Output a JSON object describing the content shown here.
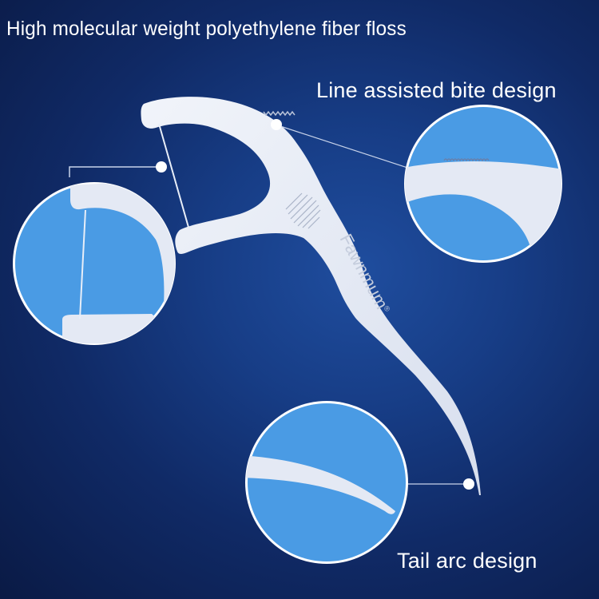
{
  "title": "High molecular weight polyethylene fiber floss",
  "callouts": {
    "bite": {
      "label": "Line assisted bite design"
    },
    "tail": {
      "label": "Tail arc design"
    },
    "floss": {
      "label": ""
    }
  },
  "product": {
    "brand_text": "Fawnmum",
    "trademark": "®"
  },
  "colors": {
    "background": "#12307a",
    "circle_fill": "#4a9be4",
    "pick": "#e4e9f4",
    "text": "#ffffff"
  }
}
